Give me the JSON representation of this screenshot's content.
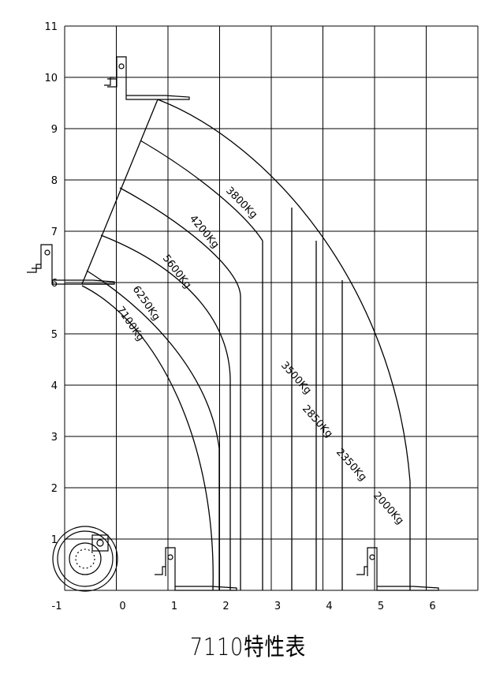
{
  "title": "7110特性表",
  "chart_data": {
    "type": "load-chart",
    "x_ticks": [
      "-1",
      "0",
      "1",
      "2",
      "3",
      "4",
      "5",
      "6"
    ],
    "y_ticks": [
      "1",
      "2",
      "3",
      "4",
      "5",
      "6",
      "7",
      "8",
      "9",
      "10",
      "11"
    ],
    "xlim": [
      -1,
      7
    ],
    "ylim": [
      0,
      11
    ],
    "load_zones": [
      {
        "label": "7100Kg",
        "x_max": 1.9
      },
      {
        "label": "6250Kg",
        "x_max": 2.1
      },
      {
        "label": "5600Kg",
        "x_max": 2.35
      },
      {
        "label": "4200Kg",
        "x_max": 2.55
      },
      {
        "label": "3800Kg",
        "x_max": 3.0
      },
      {
        "label": "3500Kg",
        "x_max": 3.45
      },
      {
        "label": "2850Kg",
        "x_max": 4.0
      },
      {
        "label": "2350Kg",
        "x_max": 4.5
      },
      {
        "label": "2000Kg",
        "x_max": 5.9
      }
    ]
  }
}
